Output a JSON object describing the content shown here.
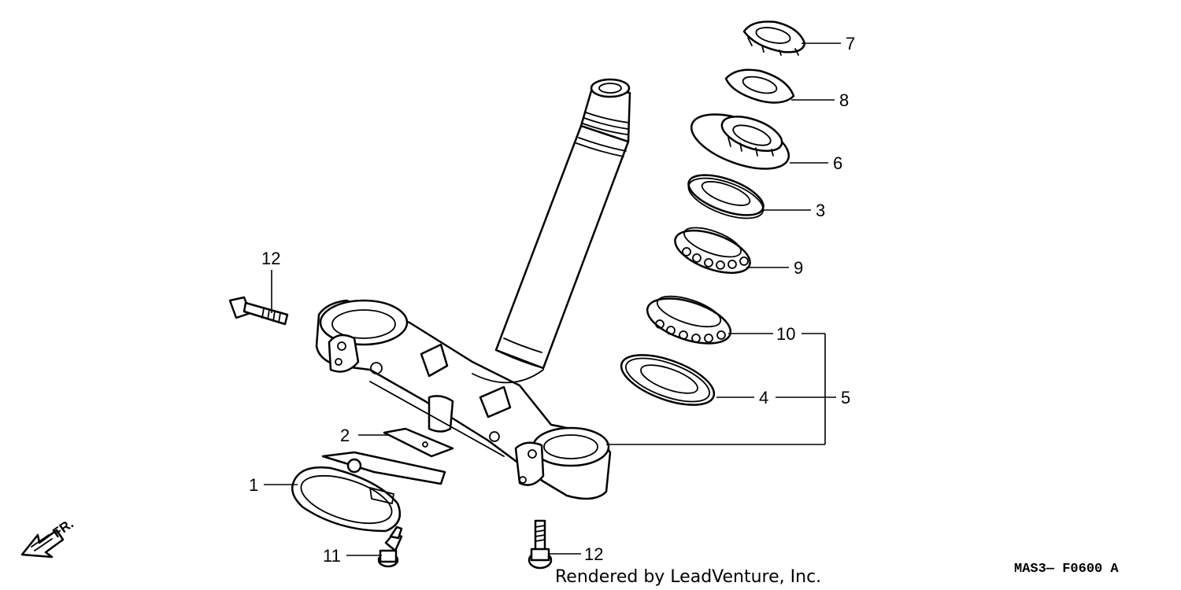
{
  "callouts": {
    "p1": "1",
    "p2": "2",
    "p3": "3",
    "p4": "4",
    "p5": "5",
    "p6": "6",
    "p7": "7",
    "p8": "8",
    "p9": "9",
    "p10": "10",
    "p11": "11",
    "p12_top": "12",
    "p12_bottom": "12"
  },
  "front_marker": "FR.",
  "credit": "Rendered by LeadVenture, Inc.",
  "diagram_code": "MAS3— F0600  A"
}
